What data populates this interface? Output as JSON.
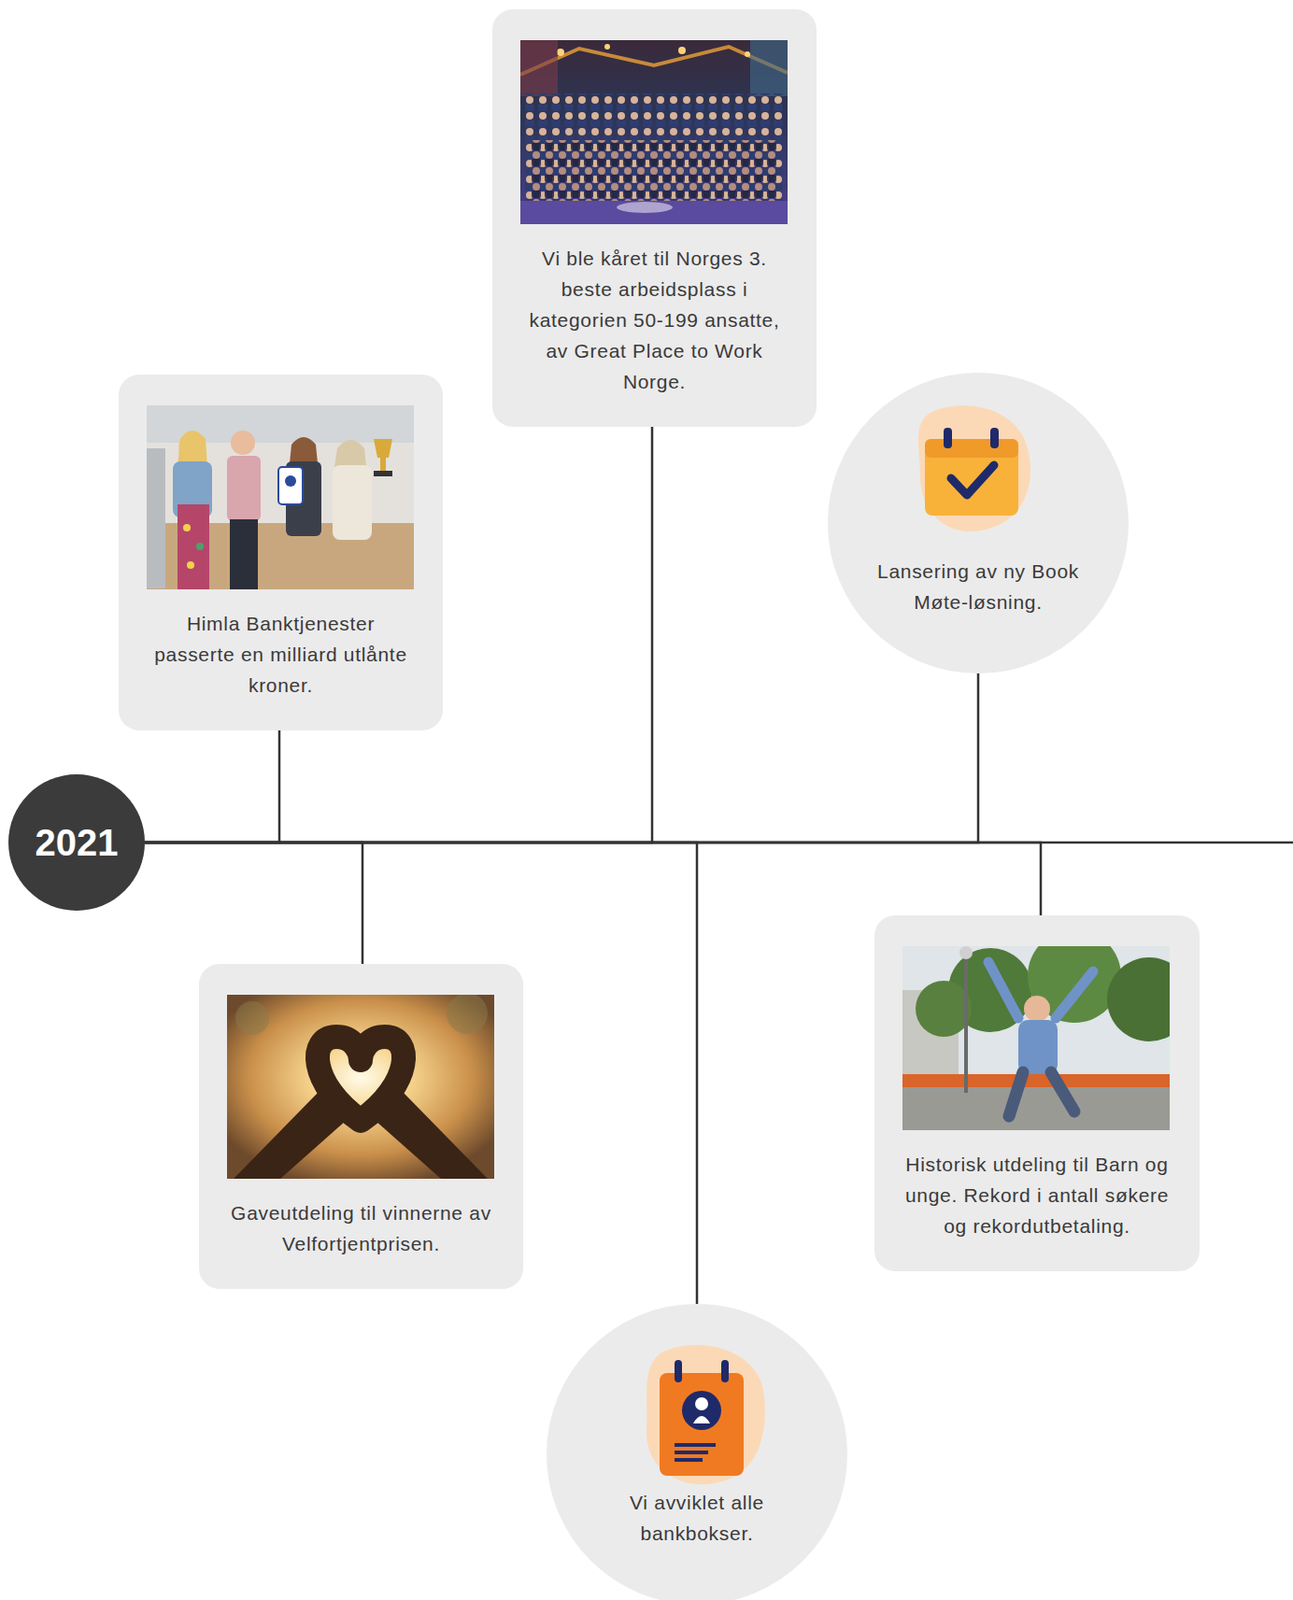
{
  "diagram": {
    "nodes": [
      {
        "text": [
          "2021"
        ]
      },
      {
        "text": [
          "Vi ble kåret til Norges 3. beste arbeidsplass i kategorien 50-199 ansatte, av Great Place to Work Norge."
        ]
      },
      {
        "text": [
          "Himla Banktjenester passerte en milliard utlånte kroner."
        ]
      },
      {
        "text": [
          "Lansering av ny Book Møte-løsning."
        ]
      },
      {
        "text": [
          "Gaveutdeling til vinnerne av Velfortjentprisen."
        ]
      },
      {
        "text": [
          "Historisk utdeling til Barn og unge. Rekord i antall søkere og rekordutbetaling."
        ]
      },
      {
        "text": [
          "Vi avviklet alle bankbokser."
        ]
      }
    ],
    "edges": [
      {
        "from": 0,
        "to": 1,
        "arrow": "none"
      },
      {
        "from": 0,
        "to": 2,
        "arrow": "none"
      },
      {
        "from": 0,
        "to": 3,
        "arrow": "none"
      },
      {
        "from": 0,
        "to": 4,
        "arrow": "none"
      },
      {
        "from": 0,
        "to": 5,
        "arrow": "none"
      },
      {
        "from": 0,
        "to": 6,
        "arrow": "none"
      }
    ]
  }
}
